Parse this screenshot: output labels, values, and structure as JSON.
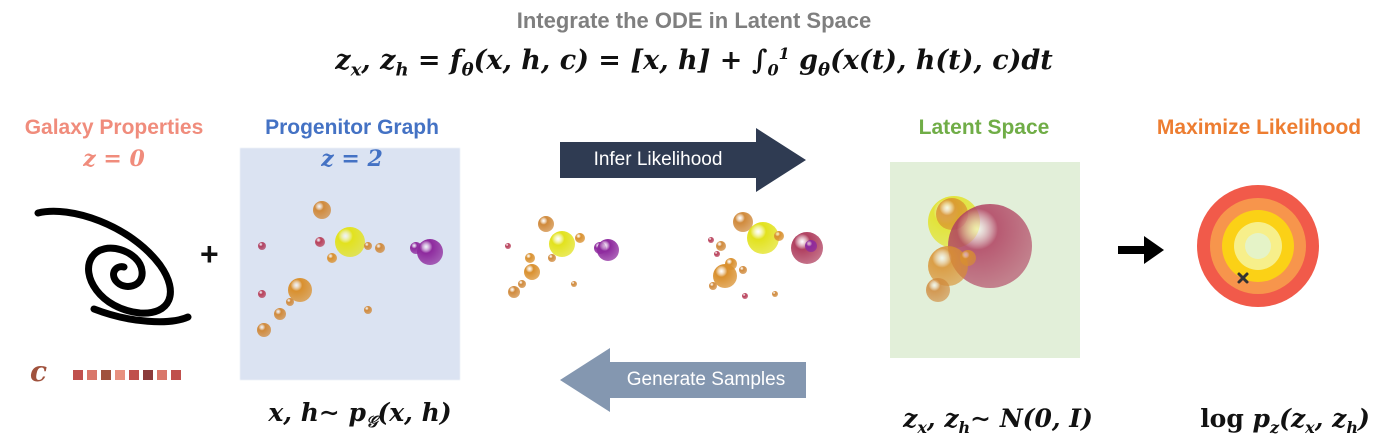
{
  "header": {
    "title": "Integrate the ODE in Latent Space",
    "equation": "z_x, z_h = f_θ(x, h, c) = [x, h] + ∫₀¹ g_θ(x(t), h(t), c) dt"
  },
  "sections": {
    "galaxy": {
      "label": "Galaxy Properties",
      "redshift": "z = 0",
      "cond_var": "c"
    },
    "progenitor": {
      "label": "Progenitor Graph",
      "redshift": "z = 2",
      "equation": "x, h ~ p_𝒢(x, h)"
    },
    "latent": {
      "label": "Latent Space",
      "equation": "z_x, z_h ~ N(0, I)"
    },
    "maximize": {
      "label": "Maximize Likelihood",
      "equation": "log p_z(z_x, z_h)"
    }
  },
  "arrows": {
    "forward": {
      "label": "Infer Likelihood"
    },
    "backward": {
      "label": "Generate Samples"
    },
    "plus": "+"
  },
  "colors": {
    "title": "#7f7f7f",
    "galaxy": "#f08c7c",
    "progenitor": "#4472c4",
    "latent": "#70ad47",
    "maximize": "#ed7d31",
    "forward_arrow": "#2f3b52",
    "backward_arrow": "#8497b0",
    "cond_boxes": [
      "#c0504d",
      "#d9776a",
      "#a0523d",
      "#e8917f",
      "#c0504d",
      "#8b3a3a",
      "#d9776a",
      "#c0504d"
    ]
  },
  "icons": [
    "galaxy-spiral-icon",
    "right-arrow-icon",
    "target-icon",
    "cross-marker-icon"
  ]
}
